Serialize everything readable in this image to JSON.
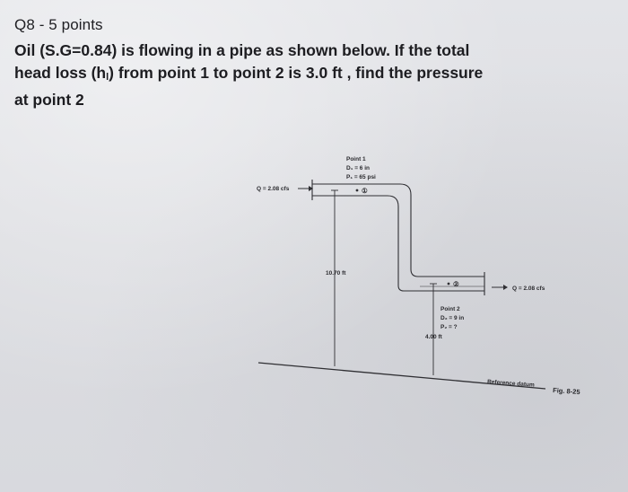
{
  "question": {
    "title": "Q8 - 5 points",
    "line1": "Oil (S.G=0.84) is flowing in a pipe as shown below. If the total",
    "line2_pre": "head loss (h",
    "line2_sub": "l",
    "line2_post": ") from point 1 to point 2 is 3.0 ft , find the pressure",
    "line3": "at point 2"
  },
  "figure": {
    "point1": {
      "title": "Point 1",
      "diameter": "D₁ = 6 in",
      "pressure": "P₁ = 65 psi",
      "marker": "①"
    },
    "point2": {
      "title": "Point 2",
      "diameter": "D₂ = 9 in",
      "pressure": "P₂ = ?",
      "marker": "②"
    },
    "flow_in": "Q = 2.08 cfs",
    "flow_out": "Q = 2.08 cfs",
    "height1": "10.70 ft",
    "height2": "4.00 ft",
    "datum": "Reference datum",
    "fig_number": "Fig. 8-25"
  }
}
